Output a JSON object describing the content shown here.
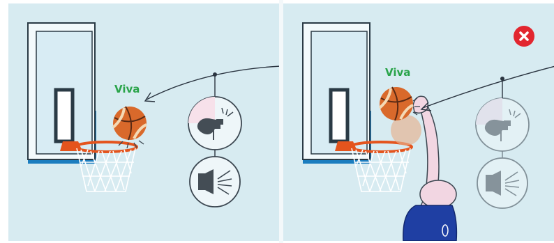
{
  "panels": [
    {
      "id": "left",
      "label": "Viva",
      "outcome": "allowed"
    },
    {
      "id": "right",
      "label": "Viva",
      "outcome": "violation"
    }
  ],
  "side_caption": "",
  "icons": {
    "whistle": "whistle-icon",
    "speaker": "speaker-icon",
    "cross": "red-cross-icon"
  },
  "colors": {
    "background": "#d7ebf1",
    "label_green": "#2aa44a",
    "badge_red": "#e2262f",
    "backboard_blue": "#1b7dbf",
    "rim_orange": "#e4541d",
    "ball_orange": "#d9692b",
    "jersey_blue": "#1f3fa3"
  }
}
